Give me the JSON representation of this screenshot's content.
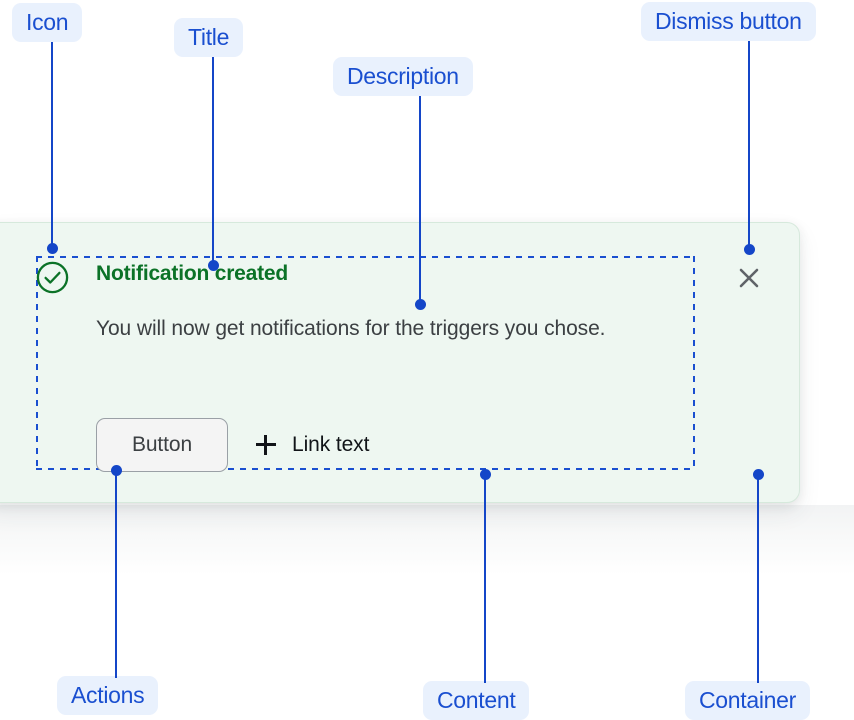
{
  "annotations": [
    {
      "key": "icon",
      "label": "Icon"
    },
    {
      "key": "title",
      "label": "Title"
    },
    {
      "key": "description",
      "label": "Description"
    },
    {
      "key": "dismiss_button",
      "label": "Dismiss button"
    },
    {
      "key": "actions",
      "label": "Actions"
    },
    {
      "key": "content",
      "label": "Content"
    },
    {
      "key": "container",
      "label": "Container"
    }
  ],
  "toast": {
    "status_icon": "check-circle-icon",
    "title": "Notification created",
    "description": "You will now get notifications for the triggers you chose.",
    "actions": {
      "button_label": "Button",
      "link_icon": "plus-icon",
      "link_label": "Link text"
    },
    "dismiss_icon": "close-icon"
  },
  "colors": {
    "annotation_blue": "#1446c8",
    "annotation_badge_bg": "#e9f1fd",
    "annotation_text": "#1a4fd0",
    "card_bg": "#eef7f1",
    "card_border": "#d6e9dc",
    "success_green": "#0b7227",
    "body_text": "#3c4043",
    "dismiss_gray": "#5f6368",
    "button_bg": "#f4f4f4",
    "button_border": "#9aa0a6",
    "link_text": "#111418"
  }
}
